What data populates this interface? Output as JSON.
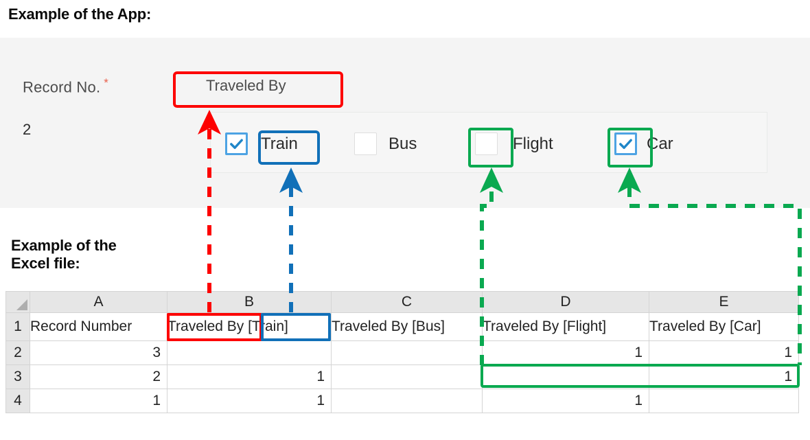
{
  "headings": {
    "app": "Example of the App:",
    "excel": "Example of the\nExcel file:"
  },
  "app": {
    "record_label": "Record No.",
    "required_marker": "*",
    "record_value": "2",
    "field_label": "Traveled By",
    "options": [
      {
        "label": "Train",
        "checked": true,
        "icon": "checkbox-checked-icon"
      },
      {
        "label": "Bus",
        "checked": false,
        "icon": "checkbox-unchecked-icon"
      },
      {
        "label": "Flight",
        "checked": false,
        "icon": "checkbox-unchecked-icon"
      },
      {
        "label": "Car",
        "checked": true,
        "icon": "checkbox-checked-icon"
      }
    ]
  },
  "excel": {
    "column_letters": [
      "A",
      "B",
      "C",
      "D",
      "E"
    ],
    "row_numbers": [
      "1",
      "2",
      "3",
      "4"
    ],
    "headers": [
      "Record Number",
      "Traveled By [Train]",
      "Traveled By [Bus]",
      "Traveled By [Flight]",
      "Traveled By [Car]"
    ],
    "header_split": {
      "b_prefix": "Traveled By",
      "b_suffix": "[Train]"
    },
    "rows": [
      {
        "row": "2",
        "a": "3",
        "b": "",
        "c": "",
        "d": "1",
        "e": "1"
      },
      {
        "row": "3",
        "a": "2",
        "b": "1",
        "c": "",
        "d": "",
        "e": "1"
      },
      {
        "row": "4",
        "a": "1",
        "b": "1",
        "c": "",
        "d": "1",
        "e": ""
      }
    ]
  },
  "annotations": {
    "colors": {
      "red": "#fd0100",
      "blue": "#1170b8",
      "green": "#0aa950"
    }
  }
}
